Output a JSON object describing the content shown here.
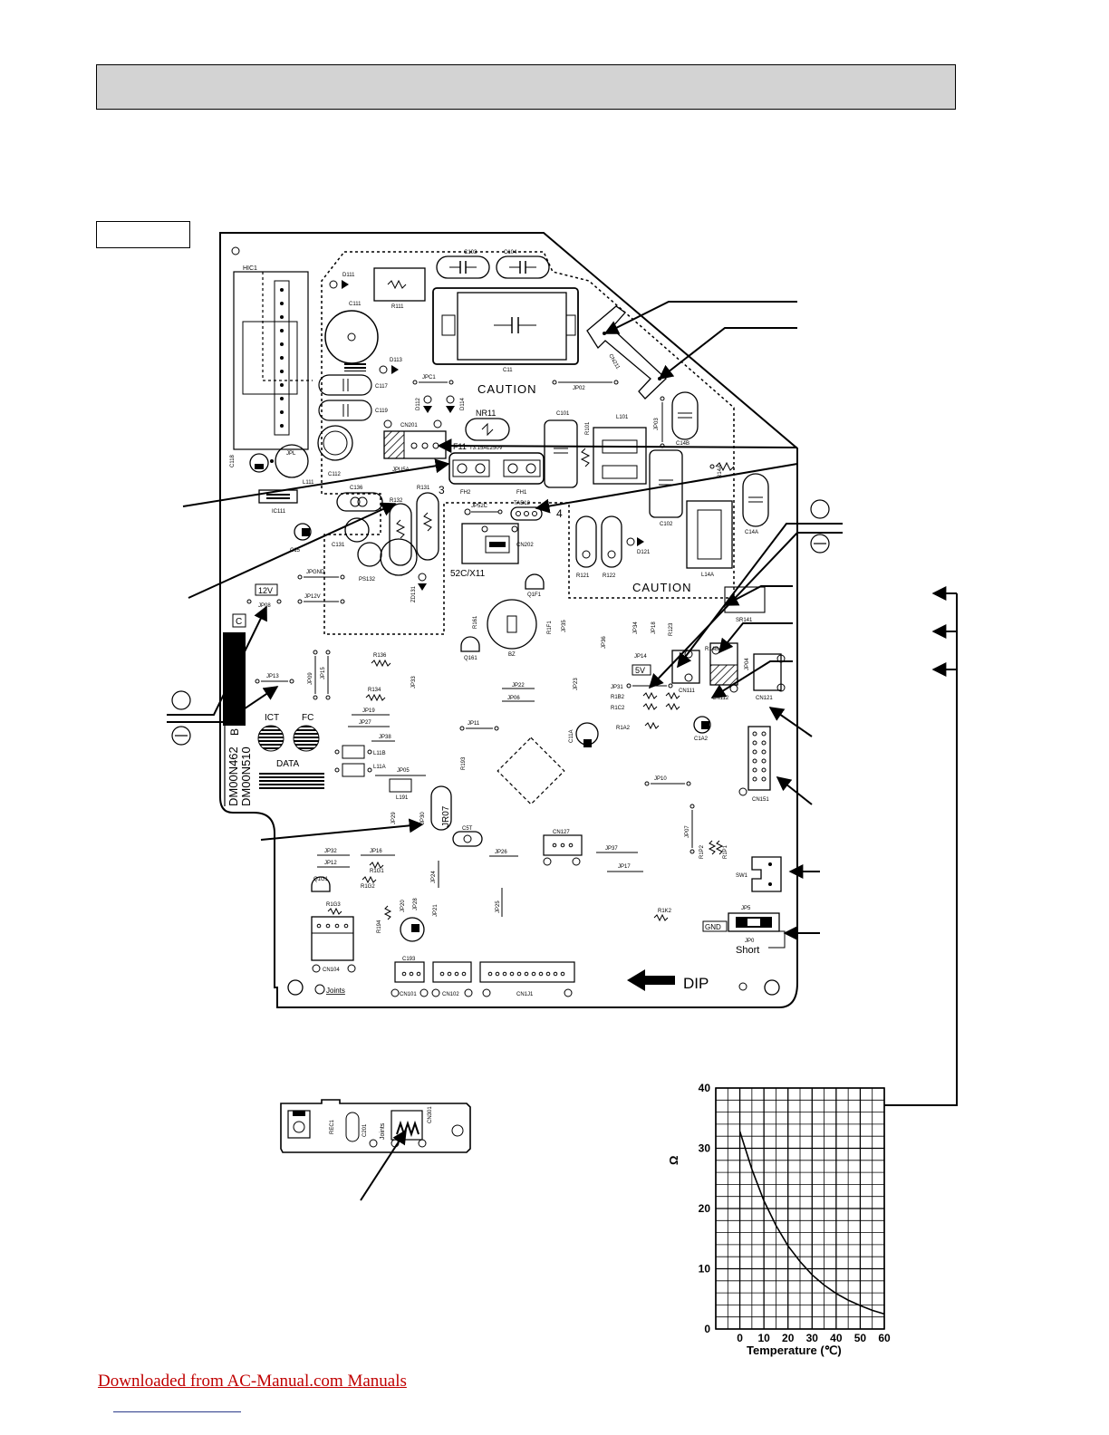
{
  "board": {
    "part_numbers": [
      "DM00N462",
      "DM00N510"
    ],
    "suffix": "B",
    "caution_labels": [
      "CAUTION",
      "CAUTION"
    ],
    "fuse_label": "F11",
    "fuse_rating": "T3.15AL250V",
    "relay_label": "52C/X11",
    "varistor_label": "NR11",
    "voltage_12v": "12V",
    "voltage_5v": "5V",
    "ict_label": "ICT",
    "fc_label": "FC",
    "data_label": "DATA",
    "dip_label": "DIP",
    "gnd_label": "GND",
    "short_label": "Short",
    "joints_label": "Joints",
    "jr07_label": "JR07",
    "c_mark": "C",
    "components": {
      "hic1": "HIC1",
      "d111": "D111",
      "c103": "C103",
      "c104": "C104",
      "r111": "R111",
      "c111": "C111",
      "c11": "C11",
      "cn211": "CN211",
      "d113": "D113",
      "jpc1": "JPC1",
      "jp02": "JP02",
      "c117": "C117",
      "c119": "C119",
      "d112": "D112",
      "d114": "D114",
      "c101": "C101",
      "r101": "R101",
      "l101": "L101",
      "jp03": "JP03",
      "c14b": "C14B",
      "cn201": "CN201",
      "c118": "C118",
      "jpl": "JPL",
      "l111": "L111",
      "c112": "C112",
      "jpu5a": "JPU5A",
      "fh2": "FH2",
      "fh1": "FH1",
      "r14a": "R14A",
      "c14a": "C14A",
      "ic111": "IC111",
      "c136": "C136",
      "r132": "R132",
      "r131": "R131",
      "jp52c": "JP52C",
      "tab12": "TAB12",
      "c102": "C102",
      "l14a": "L14A",
      "c15": "C15",
      "c131": "C131",
      "ps132": "PS132",
      "cn202": "CN202",
      "d121": "D121",
      "r121": "R121",
      "r122": "R122",
      "jpgnd": "JPGND",
      "jp12v": "JP12V",
      "jp08": "JP08",
      "zd131": "ZD131",
      "q1f1": "Q1F1",
      "r161": "R161",
      "r1f1": "R1F1",
      "jp35": "JP35",
      "bz": "BZ",
      "q161": "Q161",
      "jp36": "JP36",
      "jp34": "JP34",
      "jp18": "JP18",
      "r123": "R123",
      "r14b": "R14B",
      "sr141": "SR141",
      "jp14": "JP14",
      "jp09": "JP09",
      "jp15": "JP15",
      "r136": "R136",
      "jp33": "JP33",
      "jp13": "JP13",
      "r134": "R134",
      "jp19": "JP19",
      "jp22": "JP22",
      "jp06": "JP06",
      "jp23": "JP23",
      "jp31": "JP31",
      "r1b2": "R1B2",
      "r1c2": "R1C2",
      "cn111": "CN111",
      "cn112": "CN112",
      "jp04": "JP04",
      "cn121": "CN121",
      "jp27": "JP27",
      "jp38": "JP38",
      "l11b": "L11B",
      "l11a": "L11A",
      "jp11": "JP11",
      "c11a": "C11A",
      "r1a2": "R1A2",
      "c1a2": "C1A2",
      "r193": "R193",
      "jp05": "JP05",
      "l191": "L191",
      "jp10": "JP10",
      "cn151": "CN151",
      "jp29": "JP29",
      "jp30": "JP30",
      "c5t": "C5T",
      "cn127": "CN127",
      "jp07": "JP07",
      "r1p2": "R1P2",
      "r1p1": "R1P1",
      "jp32": "JP32",
      "jp16": "JP16",
      "jp26": "JP26",
      "jp37": "JP37",
      "jp12": "JP12",
      "r1g1": "R1G1",
      "q1g1": "Q1G1",
      "r1g2": "R1G2",
      "jp24": "JP24",
      "jp17": "JP17",
      "sw1": "SW1",
      "r1g3": "R1G3",
      "r194": "R194",
      "jp20": "JP20",
      "jp28": "JP28",
      "jp21": "JP21",
      "jp25": "JP25",
      "r1k2": "R1K2",
      "jp5": "JP5",
      "jp0": "JP0",
      "c193": "C193",
      "cn104": "CN104",
      "cn101": "CN101",
      "cn102": "CN102",
      "cn1j1": "CN1J1"
    }
  },
  "receiver_board": {
    "components": {
      "rec1": "REC1",
      "c201": "C201",
      "cn301": "CN301"
    },
    "joints_label": "Joints"
  },
  "chart_data": {
    "type": "line",
    "title": "",
    "xlabel": "Temperature (℃)",
    "ylabel": "Ω",
    "x_ticks": [
      0,
      10,
      20,
      30,
      40,
      50,
      60
    ],
    "y_ticks": [
      0,
      10,
      20,
      30,
      40
    ],
    "xlim": [
      -10,
      60
    ],
    "ylim": [
      0,
      40
    ],
    "grid": true,
    "x": [
      0,
      5,
      10,
      15,
      20,
      25,
      30,
      35,
      40,
      45,
      50,
      55,
      60
    ],
    "values": [
      32.8,
      26.5,
      21.3,
      17.2,
      13.8,
      11.2,
      9.0,
      7.3,
      5.9,
      4.8,
      3.9,
      3.1,
      2.5
    ]
  },
  "footer": {
    "link_text": "Downloaded from AC-Manual.com Manuals"
  }
}
